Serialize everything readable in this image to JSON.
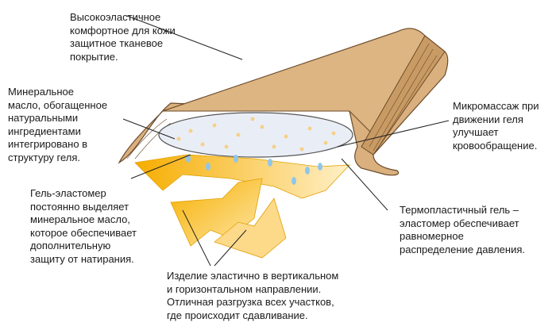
{
  "labels": {
    "fabric": [
      "Высокоэластичное",
      "комфортное для кожи",
      "защитное  тканевое",
      "покрытие."
    ],
    "mineral_oil": [
      "Минеральное",
      "масло, обогащенное",
      "натуральными",
      "ингредиентами",
      "интегрировано в",
      "структуру  геля."
    ],
    "micromassage": [
      "Микромассаж при",
      "движении  геля",
      "улучшает",
      "кровообращение."
    ],
    "gel_elastomer": [
      "Гель-эластомер",
      "постоянно выделяет",
      "минеральное  масло,",
      "которое обеспечивает",
      "дополнительную",
      "защиту  от натирания."
    ],
    "thermoplastic": [
      "Термопластичный  гель –",
      "эластомер обеспечивает",
      "равномерное",
      "распределение  давления."
    ],
    "elastic": [
      "Изделие эластично  в вертикальном",
      "и горизонтальном  направлении.",
      "Отличная  разгрузка всех участков,",
      "где происходит  сдавливание."
    ]
  },
  "colors": {
    "fabric": "#d9b07e",
    "fabric_dark": "#b88a55",
    "gel": "#e9eef6",
    "arrow": "#f7b500",
    "arrow_light": "#fde3a0",
    "drop": "#8fc6ea"
  }
}
